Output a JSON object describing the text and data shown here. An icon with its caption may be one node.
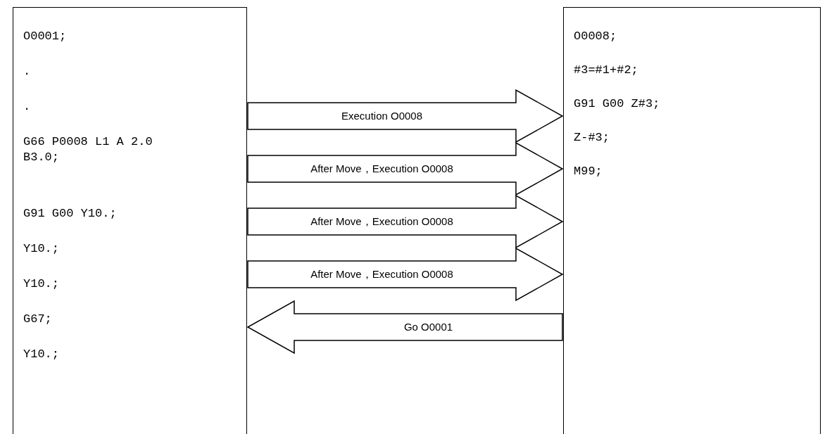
{
  "diagram": {
    "nodes": [
      {
        "text": [
          "O0001;",
          ".",
          ".",
          "G66 P0008 L1 A 2.0 B3.0;",
          "G91 G00 Y10.;",
          "Y10.;",
          "Y10.;",
          "G67;",
          "Y10.;"
        ]
      },
      {
        "text": [
          "O0008;",
          "#3=#1+#2;",
          "G91 G00 Z#3;",
          "Z-#3;",
          "M99;"
        ]
      }
    ],
    "edges": [
      {
        "from": 0,
        "to": 1,
        "arrow": "to",
        "label": "Execution O0008"
      },
      {
        "from": 0,
        "to": 1,
        "arrow": "to",
        "label": "After Move，Execution O0008"
      },
      {
        "from": 0,
        "to": 1,
        "arrow": "to",
        "label": "After Move，Execution O0008"
      },
      {
        "from": 0,
        "to": 1,
        "arrow": "to",
        "label": "After Move，Execution O0008"
      },
      {
        "from": 1,
        "to": 0,
        "arrow": "to",
        "label": "Go O0001"
      }
    ]
  }
}
